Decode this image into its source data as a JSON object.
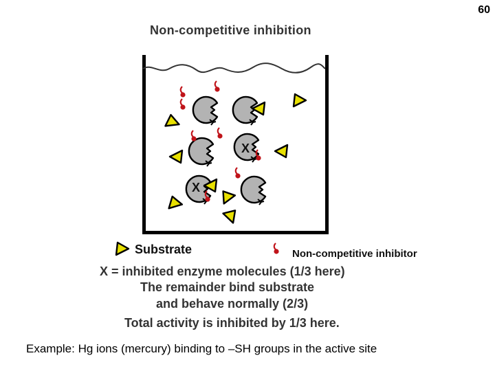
{
  "page_number": "60",
  "title": "Non-competitive inhibition",
  "legend": {
    "substrate_label": "Substrate",
    "inhibitor_label": "Non-competitive inhibitor"
  },
  "diagram": {
    "inhibited_mark": "X",
    "colors": {
      "enzyme_fill": "#b3b3b3",
      "substrate_fill": "#e8e000",
      "inhibitor_color": "#c0141a",
      "outline": "#000000"
    }
  },
  "caption": {
    "line1": "X = inhibited enzyme molecules (1/3 here)",
    "line2": "The remainder bind substrate",
    "line3": "and behave normally (2/3)",
    "line4": "Total activity is inhibited by 1/3 here."
  },
  "example": "Example:  Hg ions (mercury) binding to –SH groups in the active site"
}
